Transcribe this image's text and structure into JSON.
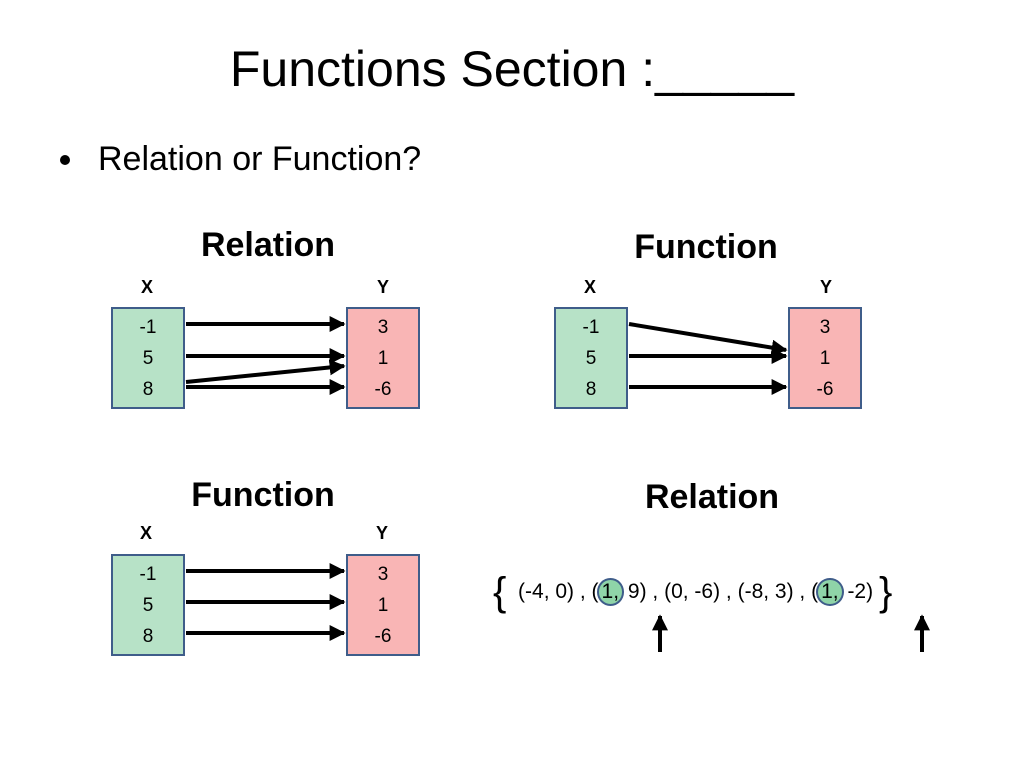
{
  "slide": {
    "title": "Functions  Section :_____",
    "bullet": "Relation or Function?"
  },
  "panels": [
    {
      "heading": "Relation",
      "x_label": "X",
      "y_label": "Y",
      "x_values": [
        "-1",
        "5",
        "8"
      ],
      "y_values": [
        "3",
        "1",
        "-6"
      ],
      "mappings": [
        [
          "-1",
          "3"
        ],
        [
          "5",
          "1"
        ],
        [
          "8",
          "1"
        ],
        [
          "8",
          "-6"
        ]
      ]
    },
    {
      "heading": "Function",
      "x_label": "X",
      "y_label": "Y",
      "x_values": [
        "-1",
        "5",
        "8"
      ],
      "y_values": [
        "3",
        "1",
        "-6"
      ],
      "mappings": [
        [
          "-1",
          "1"
        ],
        [
          "5",
          "1"
        ],
        [
          "8",
          "-6"
        ]
      ]
    },
    {
      "heading": "Function",
      "x_label": "X",
      "y_label": "Y",
      "x_values": [
        "-1",
        "5",
        "8"
      ],
      "y_values": [
        "3",
        "1",
        "-6"
      ],
      "mappings": [
        [
          "-1",
          "3"
        ],
        [
          "5",
          "1"
        ],
        [
          "8",
          "-6"
        ]
      ]
    },
    {
      "heading": "Relation",
      "brace_open": "{",
      "brace_close": "}",
      "pairs_text": {
        "p1": "(-4, 0) , (",
        "h1": "1,",
        "p2": " 9) , (0, -6) , (-8, 3) , (",
        "h2": "1,",
        "p3": " -2)"
      }
    }
  ],
  "colors": {
    "domain_box": "#b7e2c7",
    "range_box": "#f9b5b5",
    "box_border": "#3f5d8a",
    "highlight": "#8fd4a8"
  }
}
